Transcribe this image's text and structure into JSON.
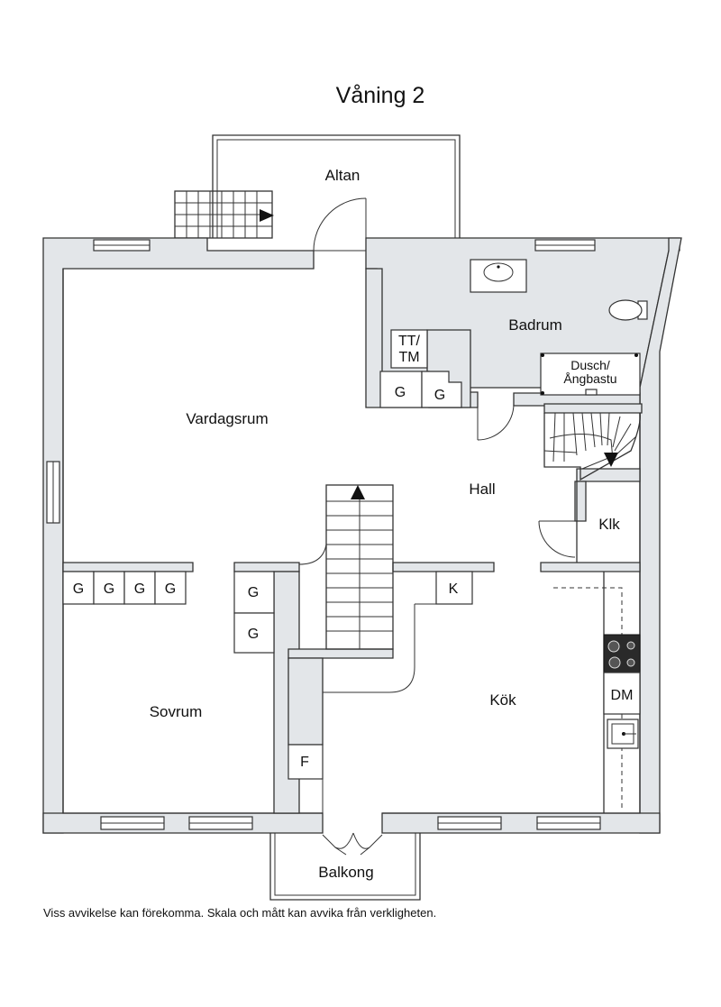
{
  "title": "Våning 2",
  "rooms": {
    "altan": "Altan",
    "vardagsrum": "Vardagsrum",
    "badrum": "Badrum",
    "dusch_line1": "Dusch/",
    "dusch_line2": "Ångbastu",
    "hall": "Hall",
    "klk": "Klk",
    "kok": "Kök",
    "sovrum": "Sovrum",
    "balkong": "Balkong"
  },
  "units": {
    "tt_line1": "TT/",
    "tt_line2": "TM",
    "wardrobe": "G",
    "kitchen_cabinet": "K",
    "dishwasher": "DM",
    "fridge": "F"
  },
  "disclaimer": "Viss avvikelse kan förekomma. Skala och mått kan avvika från verkligheten."
}
